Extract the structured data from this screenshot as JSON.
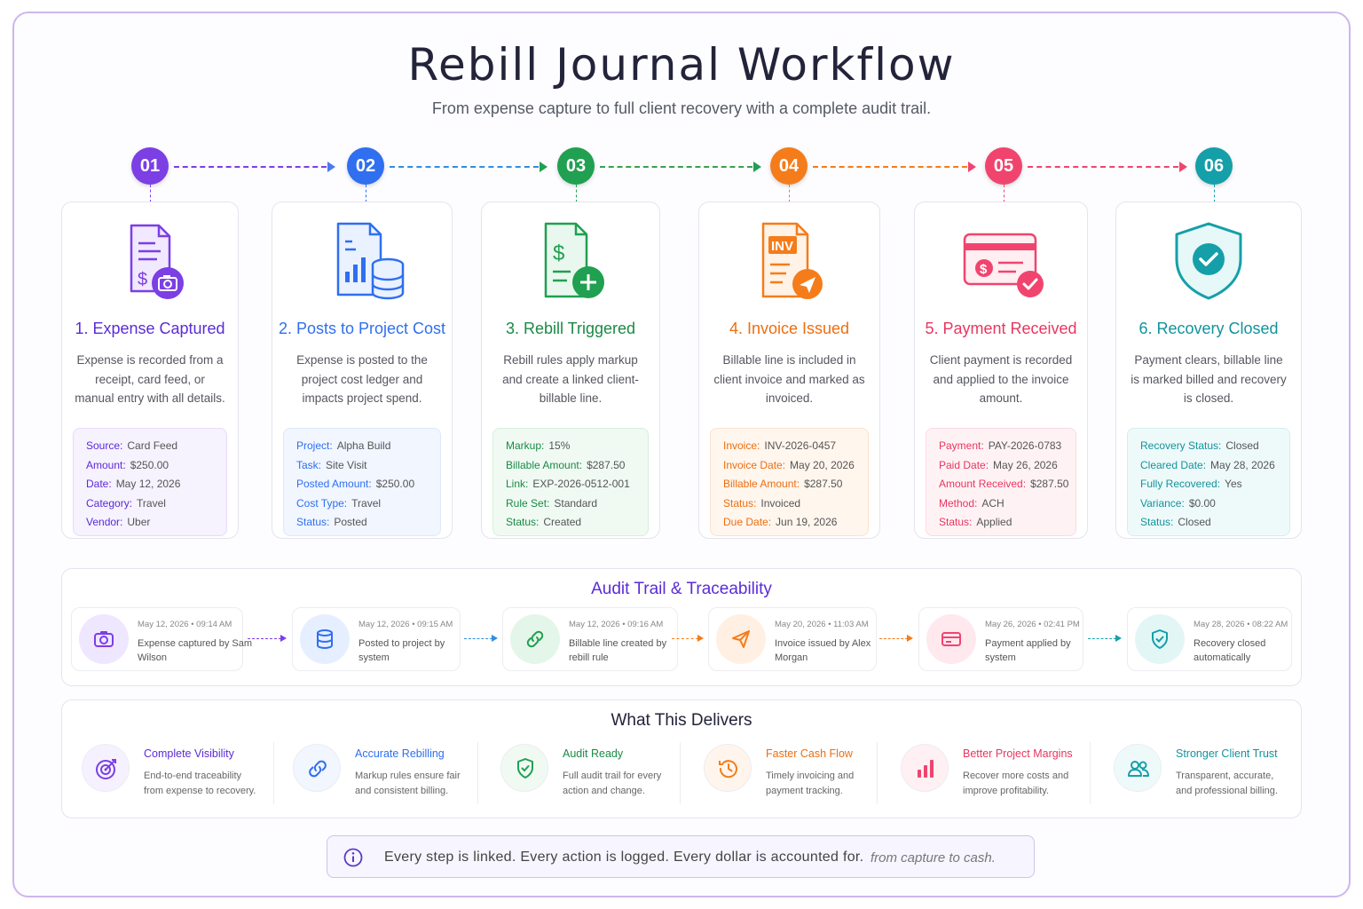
{
  "header": {
    "title": "Rebill Journal Workflow",
    "subtitle": "From expense capture to full client recovery with a complete audit trail."
  },
  "colors": {
    "step1": "#7b3fe4",
    "step2": "#2f6ff0",
    "step3": "#20a050",
    "step4": "#f57c1a",
    "step5": "#f0446e",
    "step6": "#159fa8"
  },
  "steps": [
    {
      "number": "01",
      "icon": "receipt-camera-icon",
      "title": "1.  Expense Captured",
      "description": "Expense is recorded from a receipt, card feed, or manual entry with all details.",
      "details": [
        {
          "key": "Source:",
          "value": "Card Feed"
        },
        {
          "key": "Amount:",
          "value": "$250.00"
        },
        {
          "key": "Date:",
          "value": "May 12, 2026"
        },
        {
          "key": "Category:",
          "value": "Travel"
        },
        {
          "key": "Vendor:",
          "value": "Uber"
        }
      ]
    },
    {
      "number": "02",
      "icon": "report-database-icon",
      "title": "2.  Posts to Project Cost",
      "description": "Expense is posted to the project cost ledger and impacts project spend.",
      "details": [
        {
          "key": "Project:",
          "value": "Alpha Build"
        },
        {
          "key": "Task:",
          "value": "Site Visit"
        },
        {
          "key": "Posted Amount:",
          "value": "$250.00"
        },
        {
          "key": "Cost Type:",
          "value": "Travel"
        },
        {
          "key": "Status:",
          "value": "Posted"
        }
      ]
    },
    {
      "number": "03",
      "icon": "document-plus-icon",
      "title": "3.  Rebill Triggered",
      "description": "Rebill rules apply markup and create a linked client-billable line.",
      "details": [
        {
          "key": "Markup:",
          "value": "15%"
        },
        {
          "key": "Billable Amount:",
          "value": "$287.50"
        },
        {
          "key": "Link:",
          "value": "EXP-2026-0512-001"
        },
        {
          "key": "Rule Set:",
          "value": "Standard"
        },
        {
          "key": "Status:",
          "value": "Created"
        }
      ]
    },
    {
      "number": "04",
      "icon": "invoice-send-icon",
      "title": "4.  Invoice Issued",
      "description": "Billable line is included in client invoice and marked as invoiced.",
      "details": [
        {
          "key": "Invoice:",
          "value": "INV-2026-0457"
        },
        {
          "key": "Invoice Date:",
          "value": "May 20, 2026"
        },
        {
          "key": "Billable Amount:",
          "value": "$287.50"
        },
        {
          "key": "Status:",
          "value": "Invoiced"
        },
        {
          "key": "Due Date:",
          "value": "Jun 19, 2026"
        }
      ]
    },
    {
      "number": "05",
      "icon": "payment-card-check-icon",
      "title": "5.  Payment Received",
      "description": "Client payment is recorded and applied to the invoice amount.",
      "details": [
        {
          "key": "Payment:",
          "value": "PAY-2026-0783"
        },
        {
          "key": "Paid Date:",
          "value": "May 26, 2026"
        },
        {
          "key": "Amount Received:",
          "value": "$287.50"
        },
        {
          "key": "Method:",
          "value": "ACH"
        },
        {
          "key": "Status:",
          "value": "Applied"
        }
      ]
    },
    {
      "number": "06",
      "icon": "shield-check-icon",
      "title": "6.  Recovery Closed",
      "description": "Payment clears, billable line is marked billed and recovery is closed.",
      "details": [
        {
          "key": "Recovery Status:",
          "value": "Closed"
        },
        {
          "key": "Cleared Date:",
          "value": "May 28, 2026"
        },
        {
          "key": "Fully Recovered:",
          "value": "Yes"
        },
        {
          "key": "Variance:",
          "value": "$0.00"
        },
        {
          "key": "Status:",
          "value": "Closed"
        }
      ]
    }
  ],
  "audit": {
    "title": "Audit Trail & Traceability",
    "events": [
      {
        "time": "May 12, 2026  •  09:14 AM",
        "text": "Expense captured by Sam Wilson",
        "icon": "camera-icon"
      },
      {
        "time": "May 12, 2026  •  09:15 AM",
        "text": "Posted to project by system",
        "icon": "database-icon"
      },
      {
        "time": "May 12, 2026  •  09:16 AM",
        "text": "Billable line created by rebill rule",
        "icon": "link-icon"
      },
      {
        "time": "May 20, 2026  •  11:03 AM",
        "text": "Invoice issued by Alex Morgan",
        "icon": "send-icon"
      },
      {
        "time": "May 26, 2026  •  02:41 PM",
        "text": "Payment applied by system",
        "icon": "card-icon"
      },
      {
        "time": "May 28, 2026  •  08:22 AM",
        "text": "Recovery closed automatically",
        "icon": "shield-check-icon"
      }
    ]
  },
  "delivers": {
    "title": "What This Delivers",
    "items": [
      {
        "head": "Complete Visibility",
        "text": "End-to-end traceability from expense to recovery.",
        "icon": "target-icon"
      },
      {
        "head": "Accurate Rebilling",
        "text": "Markup rules ensure fair and consistent billing.",
        "icon": "link-icon"
      },
      {
        "head": "Audit Ready",
        "text": "Full audit trail for every action and change.",
        "icon": "shield-check-icon"
      },
      {
        "head": "Faster Cash Flow",
        "text": "Timely invoicing and payment tracking.",
        "icon": "clock-icon"
      },
      {
        "head": "Better Project Margins",
        "text": "Recover more costs and improve profitability.",
        "icon": "bar-chart-icon"
      },
      {
        "head": "Stronger Client Trust",
        "text": "Transparent, accurate, and professional billing.",
        "icon": "users-icon"
      }
    ]
  },
  "footer": {
    "main": "Every step is linked.  Every action is logged.  Every dollar is accounted for.",
    "tag": "from capture to cash."
  }
}
